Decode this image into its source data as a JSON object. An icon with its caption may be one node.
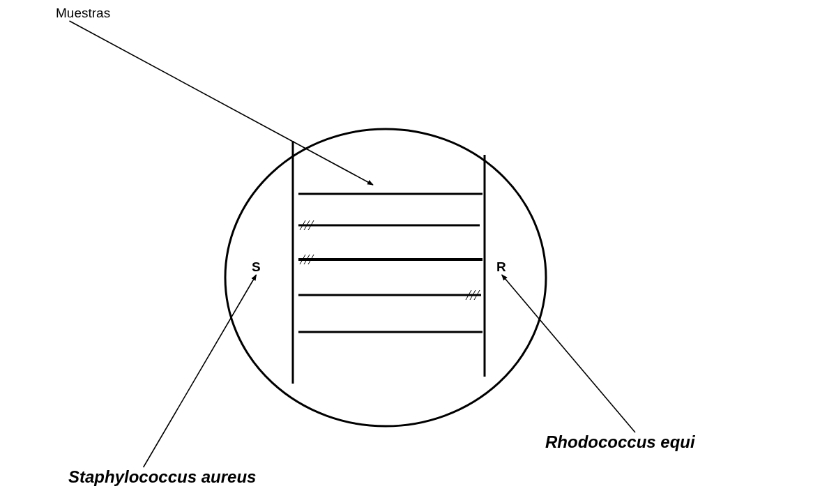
{
  "diagram": {
    "nodes": [
      {
        "text": [
          "Muestras"
        ]
      },
      {
        "text": [
          "S"
        ]
      },
      {
        "text": [
          "R"
        ]
      },
      {
        "text": [
          "Rhodococcus equi"
        ]
      },
      {
        "text": [
          "Staphylococcus aureus"
        ]
      }
    ],
    "edges": [
      {
        "from": 0,
        "to": null,
        "arrow": "to"
      },
      {
        "from": 4,
        "to": 1,
        "arrow": "to"
      },
      {
        "from": 3,
        "to": 2,
        "arrow": "to"
      }
    ]
  }
}
